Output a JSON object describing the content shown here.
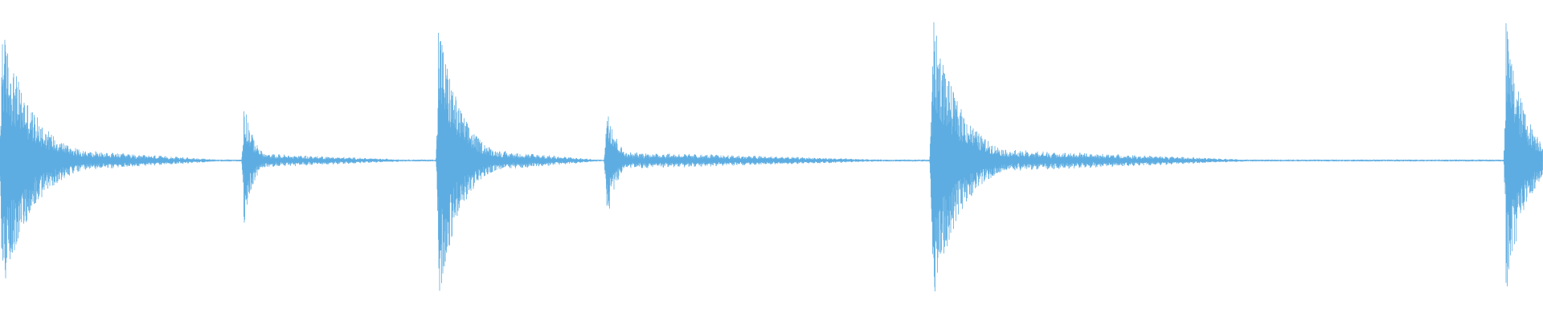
{
  "waveform": {
    "color": "#5dade2",
    "duration_normalized": 1.0,
    "transients": [
      {
        "time": 0.001,
        "peak": 0.88,
        "decay": 0.02,
        "tail_level": 0.1,
        "tail_length": 0.15
      },
      {
        "time": 0.158,
        "peak": 0.42,
        "decay": 0.006,
        "tail_level": 0.05,
        "tail_length": 0.12
      },
      {
        "time": 0.284,
        "peak": 0.93,
        "decay": 0.014,
        "tail_level": 0.1,
        "tail_length": 0.11
      },
      {
        "time": 0.393,
        "peak": 0.45,
        "decay": 0.006,
        "tail_level": 0.06,
        "tail_length": 0.2
      },
      {
        "time": 0.604,
        "peak": 0.95,
        "decay": 0.018,
        "tail_level": 0.09,
        "tail_length": 0.22
      },
      {
        "time": 0.976,
        "peak": 0.9,
        "decay": 0.012,
        "tail_level": 0.12,
        "tail_length": 0.03
      }
    ],
    "noise_floor": 0.006
  }
}
